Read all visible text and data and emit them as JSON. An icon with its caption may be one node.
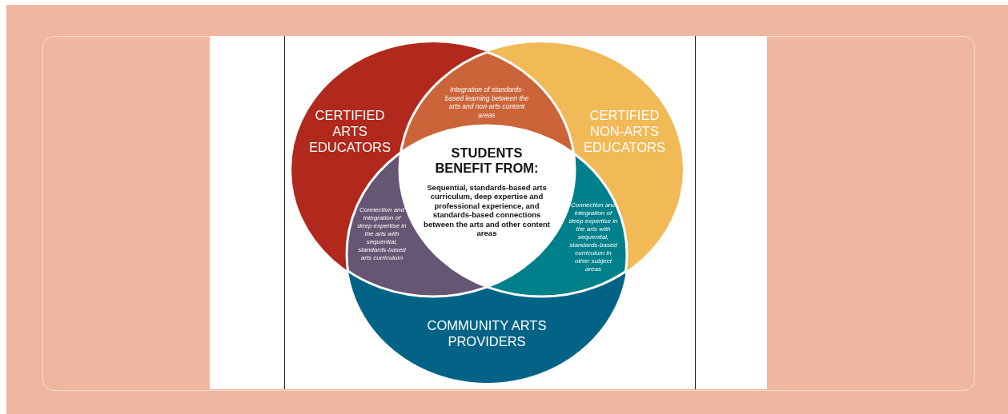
{
  "diagram": {
    "nodes": [
      {
        "text": [
          "CERTIFIED ARTS EDUCATORS"
        ]
      },
      {
        "text": [
          "Integration of standards-based learning between the arts and non-arts content areas"
        ]
      },
      {
        "text": [
          "CERTIFIED NON-ARTS EDUCATORS"
        ]
      },
      {
        "text": [
          "STUDENTS BENEFIT FROM:",
          "Sequential, standards-based arts curriculum, deep expertise and professional experience, and standards-based connections between the arts and other content areas"
        ]
      },
      {
        "text": [
          "Connection and integration of deep expertise in the arts with sequential, standards-based arts curriculum"
        ]
      },
      {
        "text": [
          "Connection and integration of deep expertise in the arts with sequential, standards-based curriculum in other subject areas"
        ]
      },
      {
        "text": [
          "COMMUNITY ARTS PROVIDERS"
        ]
      }
    ]
  }
}
